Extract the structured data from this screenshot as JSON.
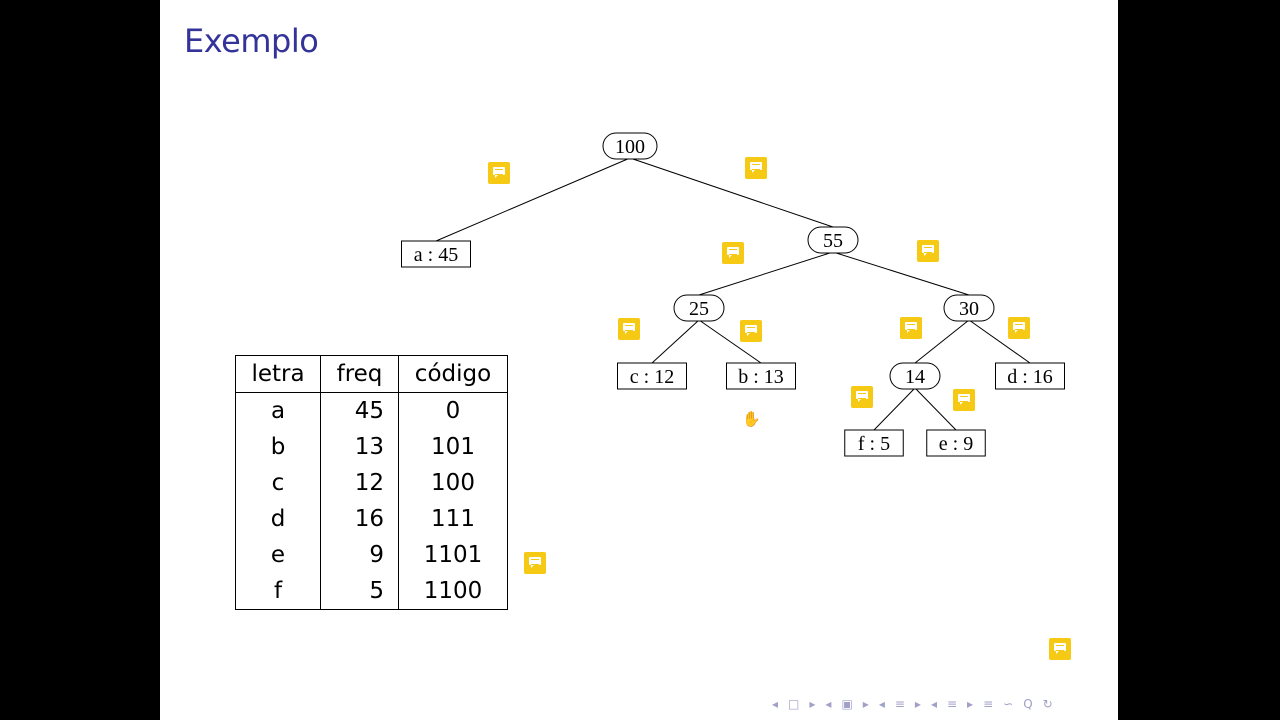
{
  "slide": {
    "title": "Exemplo"
  },
  "tree": {
    "nodes": [
      {
        "id": "n100",
        "label": "100",
        "kind": "internal"
      },
      {
        "id": "a45",
        "label": "a : 45",
        "kind": "leaf"
      },
      {
        "id": "n55",
        "label": "55",
        "kind": "internal"
      },
      {
        "id": "n25",
        "label": "25",
        "kind": "internal"
      },
      {
        "id": "n30",
        "label": "30",
        "kind": "internal"
      },
      {
        "id": "c12",
        "label": "c : 12",
        "kind": "leaf"
      },
      {
        "id": "b13",
        "label": "b : 13",
        "kind": "leaf"
      },
      {
        "id": "n14",
        "label": "14",
        "kind": "internal"
      },
      {
        "id": "d16",
        "label": "d : 16",
        "kind": "leaf"
      },
      {
        "id": "f5",
        "label": "f : 5",
        "kind": "leaf"
      },
      {
        "id": "e9",
        "label": "e : 9",
        "kind": "leaf"
      }
    ],
    "edges": [
      [
        "n100",
        "a45"
      ],
      [
        "n100",
        "n55"
      ],
      [
        "n55",
        "n25"
      ],
      [
        "n55",
        "n30"
      ],
      [
        "n25",
        "c12"
      ],
      [
        "n25",
        "b13"
      ],
      [
        "n30",
        "n14"
      ],
      [
        "n30",
        "d16"
      ],
      [
        "n14",
        "f5"
      ],
      [
        "n14",
        "e9"
      ]
    ]
  },
  "table": {
    "headers": [
      "letra",
      "freq",
      "código"
    ],
    "rows": [
      [
        "a",
        "45",
        "0"
      ],
      [
        "b",
        "13",
        "101"
      ],
      [
        "c",
        "12",
        "100"
      ],
      [
        "d",
        "16",
        "111"
      ],
      [
        "e",
        "9",
        "1101"
      ],
      [
        "f",
        "5",
        "1100"
      ]
    ]
  },
  "icons": {
    "annotation": "comment-note-icon",
    "cursor": "hand-cursor-icon",
    "annotation_color": "#f6c914",
    "title_color": "#33339a"
  },
  "nav": {
    "symbols": [
      "◂",
      "□",
      "▸",
      "◂",
      "▣",
      "▸",
      "◂",
      "≡",
      "▸",
      "◂",
      "≡",
      "▸",
      "≡",
      "∽",
      "Q",
      "↻"
    ]
  }
}
